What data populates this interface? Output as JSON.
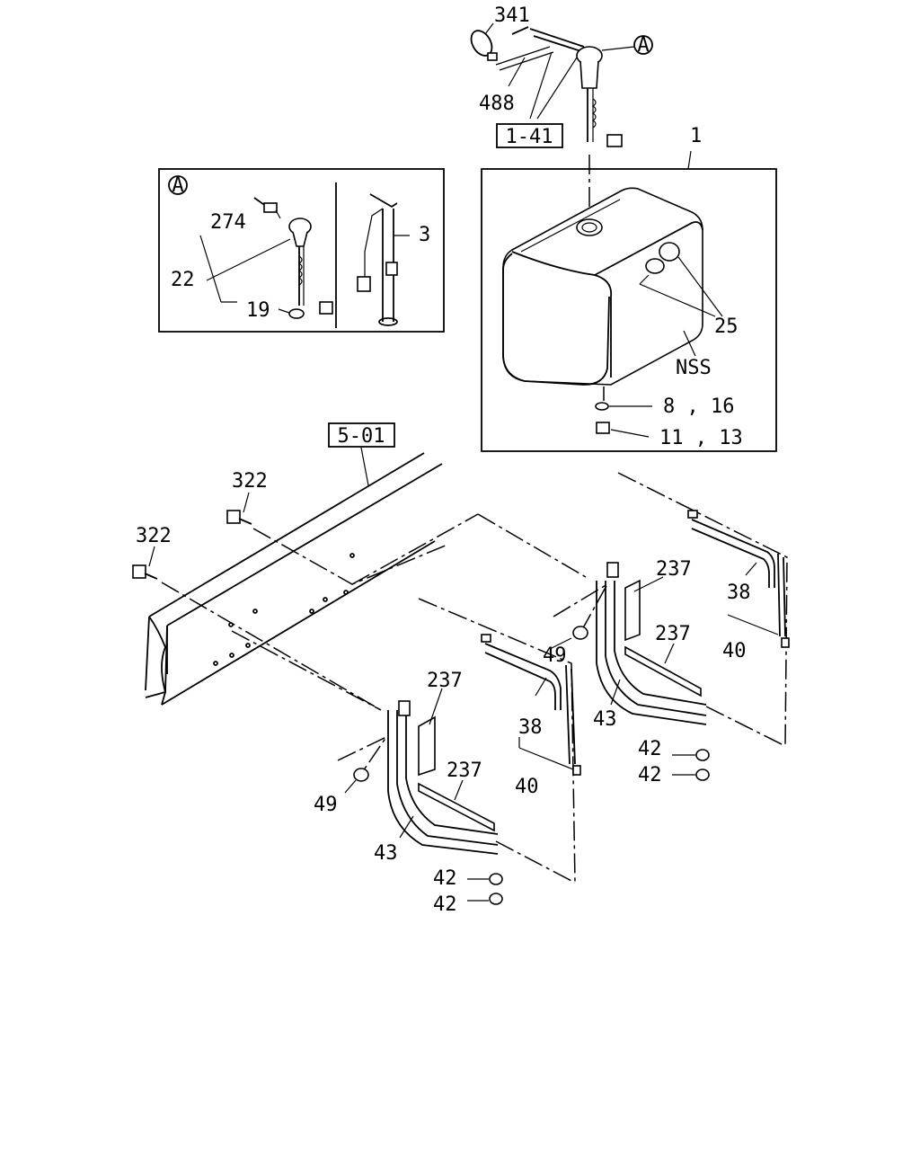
{
  "diagram": {
    "callout_a": "A",
    "ref_boxes": {
      "r141": "1-41",
      "r501": "5-01"
    },
    "labels": {
      "p341": "341",
      "p488": "488",
      "p1": "1",
      "p274": "274",
      "p3": "3",
      "p22": "22",
      "p19": "19",
      "p25": "25",
      "pNSS": "NSS",
      "p8_16": "8 , 16",
      "p11_13": "11 , 13",
      "p322a": "322",
      "p322b": "322",
      "p237a": "237",
      "p237b": "237",
      "p237c": "237",
      "p237d": "237",
      "p38a": "38",
      "p38b": "38",
      "p40a": "40",
      "p40b": "40",
      "p49a": "49",
      "p49b": "49",
      "p43a": "43",
      "p43b": "43",
      "p42a": "42",
      "p42b": "42",
      "p42c": "42",
      "p42d": "42"
    }
  }
}
